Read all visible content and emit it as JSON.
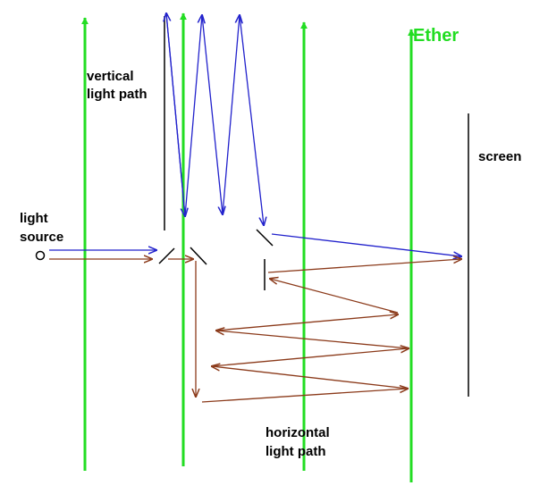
{
  "labels": {
    "vertical_path": [
      "vertical",
      "light path"
    ],
    "light_source": [
      "light",
      "source"
    ],
    "ether": "Ether",
    "screen": "screen",
    "horizontal_path": [
      "horizontal",
      "light path"
    ]
  },
  "colors": {
    "ether": "#22dd22",
    "vertical_beam": "#2222cc",
    "horizontal_beam": "#8b3a1a",
    "optics": "#000000"
  }
}
